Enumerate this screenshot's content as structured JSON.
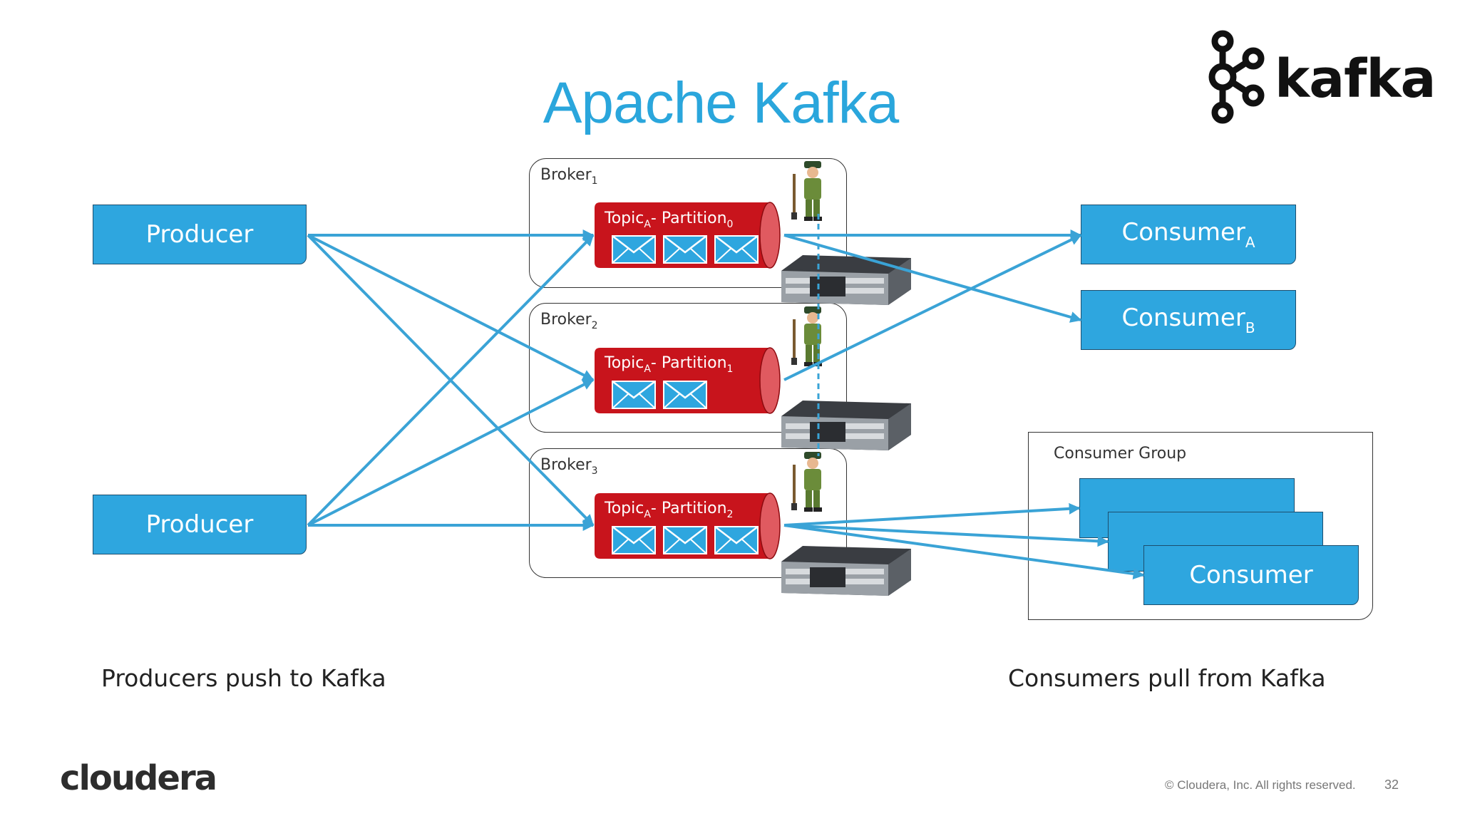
{
  "slide": {
    "title": "Apache Kafka",
    "logo_text": "kafka",
    "footer_brand": "cloudera",
    "copyright": "© Cloudera, Inc. All rights reserved.",
    "page_number": "32"
  },
  "producers": [
    {
      "label": "Producer"
    },
    {
      "label": "Producer"
    }
  ],
  "brokers": [
    {
      "label": "Broker",
      "sub": "1",
      "partition": {
        "topic": "Topic",
        "topic_sub": "A",
        "sep": "- Partition",
        "part_sub": "0",
        "messages": 3
      }
    },
    {
      "label": "Broker",
      "sub": "2",
      "partition": {
        "topic": "Topic",
        "topic_sub": "A",
        "sep": "- Partition",
        "part_sub": "1",
        "messages": 2
      }
    },
    {
      "label": "Broker",
      "sub": "3",
      "partition": {
        "topic": "Topic",
        "topic_sub": "A",
        "sep": "- Partition",
        "part_sub": "2",
        "messages": 3
      }
    }
  ],
  "consumers": [
    {
      "label": "Consumer",
      "sub": "A"
    },
    {
      "label": "Consumer",
      "sub": "B"
    }
  ],
  "consumer_group": {
    "label": "Consumer Group",
    "member_label": "Consumer"
  },
  "captions": {
    "left": "Producers push to Kafka",
    "right": "Consumers pull from Kafka"
  },
  "colors": {
    "accent": "#2aa6dc",
    "box": "#2ea6df",
    "partition": "#c8141c",
    "arrow": "#3aa3d6"
  },
  "icons": [
    "kafka-logo-icon",
    "envelope-icon",
    "server-rack-icon",
    "zookeeper-icon"
  ]
}
